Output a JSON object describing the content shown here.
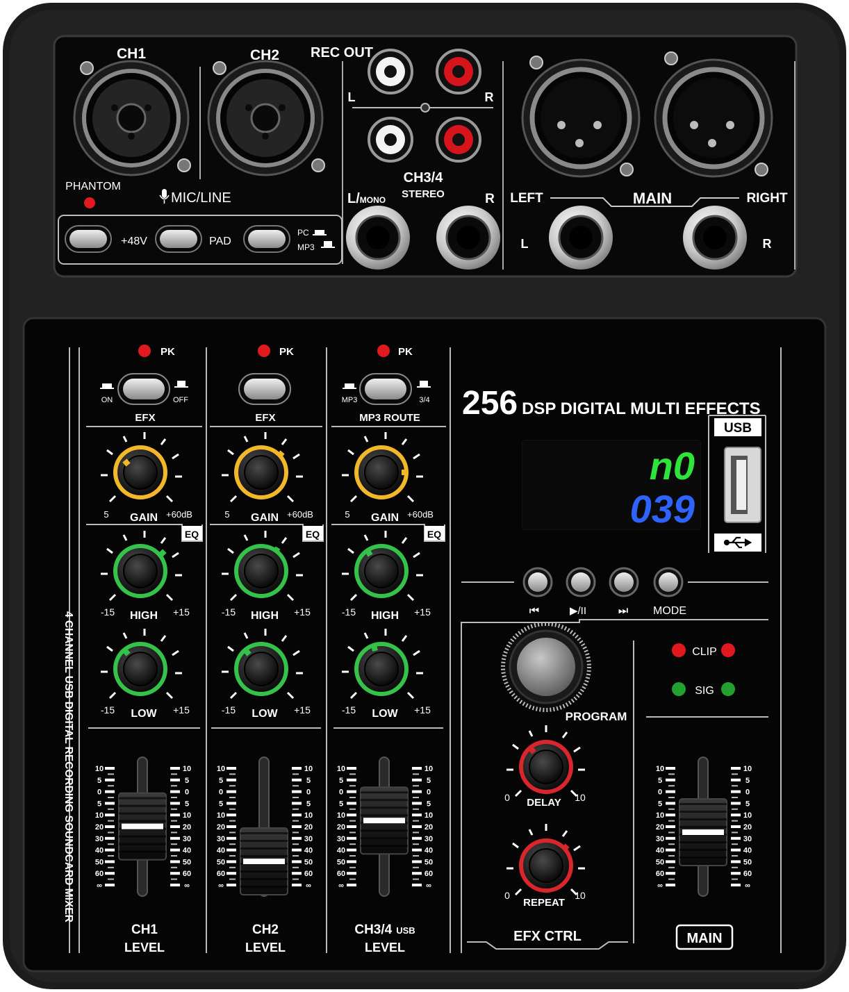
{
  "top_panel": {
    "ch1": "CH1",
    "ch2": "CH2",
    "rec_out": "REC OUT",
    "rec_l": "L",
    "rec_r": "R",
    "ch34": "CH3/4",
    "stereo": "STEREO",
    "l_mono": "L/",
    "mono": "MONO",
    "ch34_r": "R",
    "phantom": "PHANTOM",
    "mic_line": "MIC/LINE",
    "phantom_48v": "+48V",
    "pad": "PAD",
    "pc": "PC",
    "mp3": "MP3",
    "left": "LEFT",
    "main": "MAIN",
    "right": "RIGHT",
    "main_l": "L",
    "main_r": "R"
  },
  "channels": [
    {
      "pk": "PK",
      "sw_left": "ON",
      "sw_right": "OFF",
      "switch_label": "EFX",
      "gain_min": "5",
      "gain_label": "GAIN",
      "gain_max": "+60dB",
      "eq_tag": "EQ",
      "high_min": "-15",
      "high_label": "HIGH",
      "high_max": "+15",
      "low_min": "-15",
      "low_label": "LOW",
      "low_max": "+15",
      "name": "CH1",
      "name_suffix": "",
      "level": "LEVEL"
    },
    {
      "pk": "PK",
      "sw_left": "",
      "sw_right": "",
      "switch_label": "EFX",
      "gain_min": "5",
      "gain_label": "GAIN",
      "gain_max": "+60dB",
      "eq_tag": "EQ",
      "high_min": "-15",
      "high_label": "HIGH",
      "high_max": "+15",
      "low_min": "-15",
      "low_label": "LOW",
      "low_max": "+15",
      "name": "CH2",
      "name_suffix": "",
      "level": "LEVEL"
    },
    {
      "pk": "PK",
      "sw_left": "MP3",
      "sw_right": "3/4",
      "switch_label": "MP3 ROUTE",
      "gain_min": "5",
      "gain_label": "GAIN",
      "gain_max": "+60dB",
      "eq_tag": "EQ",
      "high_min": "-15",
      "high_label": "HIGH",
      "high_max": "+15",
      "low_min": "-15",
      "low_label": "LOW",
      "low_max": "+15",
      "name": "CH3/4",
      "name_suffix": "USB",
      "level": "LEVEL"
    }
  ],
  "fader_scale": [
    "10",
    "5",
    "0",
    "5",
    "10",
    "20",
    "30",
    "40",
    "50",
    "60",
    "∞"
  ],
  "fader_levels": {
    "ch1": 0.45,
    "ch2": 0.75,
    "ch34": 0.4,
    "main": 0.5
  },
  "side_label": "4 CHANNEL USB DIGITAL RECORDING SOUNDCARD MIXER",
  "dsp": {
    "number": "256",
    "title": "DSP DIGITAL MULTI EFFECTS",
    "display_line1": "n0",
    "display_line2": "039",
    "usb": "USB",
    "usb_symbol": "⭠⊸",
    "transport": [
      "⏮",
      "▶/II",
      "⏭",
      "MODE"
    ],
    "program": "PROGRAM",
    "delay": "DELAY",
    "delay_min": "0",
    "delay_max": "10",
    "repeat": "REPEAT",
    "repeat_min": "0",
    "repeat_max": "10",
    "efx_ctrl": "EFX CTRL",
    "clip": "CLIP",
    "sig": "SIG",
    "main": "MAIN"
  },
  "colors": {
    "gain_ring": "#f2b82a",
    "eq_ring": "#35c24a",
    "efx_ring": "#d9262c",
    "lcd_green": "#2ee33a",
    "lcd_blue": "#2f63ff",
    "led_red": "#e0191e",
    "led_green": "#22a032"
  }
}
